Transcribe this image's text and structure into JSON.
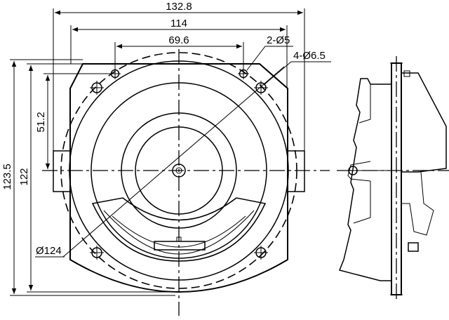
{
  "dimensions": {
    "overall_width": "132.8",
    "mount_width": "114",
    "hole_spacing": "69.6",
    "small_holes": "2-Ø5",
    "large_holes": "4-Ø6.5",
    "overall_height": "123.5",
    "body_height": "122",
    "offset_height": "51.2",
    "diameter": "Ø124"
  }
}
